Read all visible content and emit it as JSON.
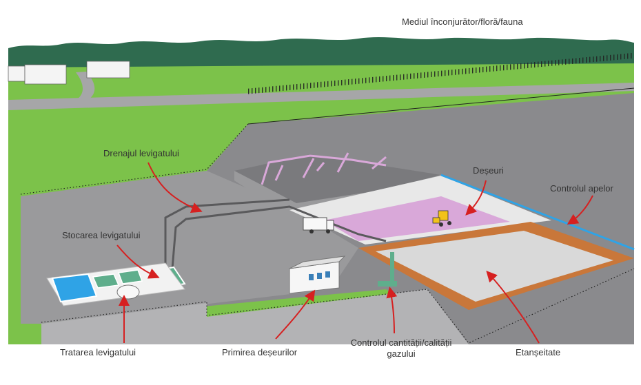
{
  "labels": {
    "environment": "Mediul înconjurător/floră/fauna",
    "leachate_drainage": "Drenajul levigatului",
    "leachate_storage": "Stocarea levigatului",
    "waste": "Deșeuri",
    "water_control": "Controlul apelor",
    "leachate_treatment": "Tratarea levigatului",
    "waste_reception": "Primirea deșeurilor",
    "gas_control_line1": "Controlul cantității/calității",
    "gas_control_line2": "gazului",
    "sealing": "Etanșeitate"
  },
  "colors": {
    "grass": "#7cc24a",
    "grass_light": "#93cf5e",
    "forest": "#2f6b4f",
    "concrete": "#8a8a8d",
    "concrete_light": "#a6a6a8",
    "pit_floor": "#d9d9d9",
    "waste_fill": "#d9a8d9",
    "clay": "#c9773a",
    "water": "#2fa3e6",
    "arrow": "#d62020",
    "fence": "#222222"
  }
}
